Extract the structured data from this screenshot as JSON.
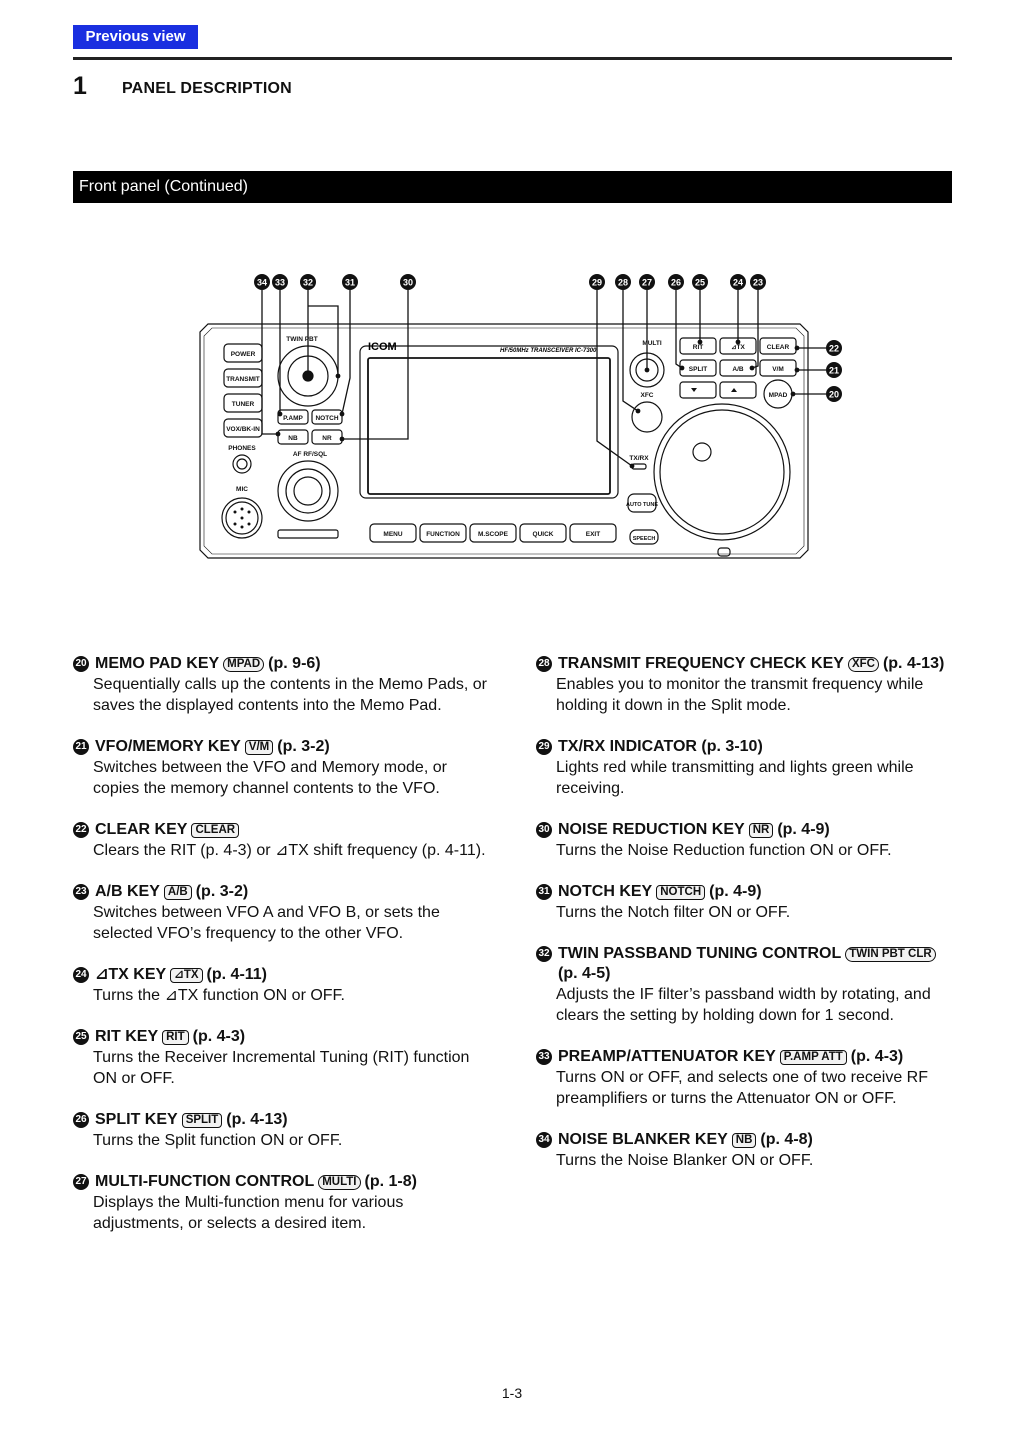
{
  "nav": {
    "previous_label": "Previous view"
  },
  "chapter": {
    "number": "1",
    "title": "PANEL DESCRIPTION"
  },
  "section": {
    "title": "Front panel (Continued)"
  },
  "diagram": {
    "callouts": [
      "34",
      "33",
      "32",
      "31",
      "30",
      "29",
      "28",
      "27",
      "26",
      "25",
      "24",
      "23",
      "22",
      "21",
      "20"
    ],
    "panel_labels": {
      "power": "POWER",
      "transmit": "TRANSMIT",
      "tuner": "TUNER",
      "vox": "VOX/BK-IN",
      "phones": "PHONES",
      "mic": "MIC",
      "twin": "TWIN PBT",
      "pamp": "P.AMP",
      "notch": "NOTCH",
      "nb": "NB",
      "nr": "NR",
      "afrf": "AF RF/SQL",
      "brand": "ICOM",
      "model": "HF/50MHz TRANSCEIVER IC-7300",
      "multi": "MULTI",
      "xfc": "XFC",
      "txrx": "TX/RX",
      "autotune": "AUTO TUNE",
      "speech": "SPEECH",
      "rit": "RIT",
      "dtx": "⊿TX",
      "clear": "CLEAR",
      "split": "SPLIT",
      "ab": "A/B",
      "vm": "V/M",
      "mpad": "MPAD",
      "menu": "MENU",
      "function": "FUNCTION",
      "mscope": "M.SCOPE",
      "quick": "QUICK",
      "exit": "EXIT"
    }
  },
  "left_items": [
    {
      "num": "20",
      "title": "MEMO PAD KEY",
      "key": "MPAD",
      "key_style": "rounded",
      "ref": "(p. 9-6)",
      "body": "Sequentially calls up the contents in the Memo Pads, or saves the displayed contents into the Memo Pad."
    },
    {
      "num": "21",
      "title": "VFO/MEMORY KEY",
      "key": "V/M",
      "key_style": "square",
      "ref": "(p. 3-2)",
      "body": "Switches between the VFO and Memory mode, or copies the memory channel contents to the VFO."
    },
    {
      "num": "22",
      "title": "CLEAR KEY",
      "key": "CLEAR",
      "key_style": "square",
      "ref": "",
      "body": "Clears the RIT (p. 4-3) or ⊿TX shift frequency (p. 4-11)."
    },
    {
      "num": "23",
      "title": "A/B KEY",
      "key": "A/B",
      "key_style": "square",
      "ref": "(p. 3-2)",
      "body": "Switches between VFO A and VFO B, or sets the selected VFO’s frequency to the other VFO."
    },
    {
      "num": "24",
      "title": "⊿TX KEY",
      "key": "⊿TX",
      "key_style": "square",
      "ref": "(p. 4-11)",
      "body": "Turns the ⊿TX function ON or OFF."
    },
    {
      "num": "25",
      "title": "RIT KEY",
      "key": "RIT",
      "key_style": "square",
      "ref": "(p. 4-3)",
      "body": "Turns the Receiver Incremental Tuning (RIT) function ON or OFF."
    },
    {
      "num": "26",
      "title": "SPLIT KEY",
      "key": "SPLIT",
      "key_style": "square",
      "ref": "(p. 4-13)",
      "body": "Turns the Split function ON or OFF."
    },
    {
      "num": "27",
      "title": "MULTI-FUNCTION CONTROL",
      "key": "MULTI",
      "key_style": "rounded",
      "ref": "(p. 1-8)",
      "body": "Displays the Multi-function menu for various adjustments, or selects a desired item."
    }
  ],
  "right_items": [
    {
      "num": "28",
      "title": "TRANSMIT FREQUENCY CHECK KEY",
      "key": "XFC",
      "key_style": "rounded",
      "ref": "(p. 4-13)",
      "body": "Enables you to monitor the transmit frequency while holding it down in the Split mode."
    },
    {
      "num": "29",
      "title": "TX/RX INDICATOR",
      "key": "",
      "key_style": "",
      "ref": "(p. 3-10)",
      "body": "Lights red while transmitting and lights green while receiving."
    },
    {
      "num": "30",
      "title": "NOISE REDUCTION KEY",
      "key": "NR",
      "key_style": "square",
      "ref": "(p. 4-9)",
      "body": "Turns the Noise Reduction function ON or OFF."
    },
    {
      "num": "31",
      "title": "NOTCH KEY",
      "key": "NOTCH",
      "key_style": "square",
      "ref": "(p. 4-9)",
      "body": "Turns the Notch filter ON or OFF."
    },
    {
      "num": "32",
      "title": "TWIN PASSBAND TUNING CONTROL",
      "key": "TWIN PBT CLR",
      "key_style": "rounded",
      "ref": "(p. 4-5)",
      "body": "Adjusts the IF filter’s passband width by rotating, and clears the setting by holding down for 1 second."
    },
    {
      "num": "33",
      "title": "PREAMP/ATTENUATOR KEY",
      "key": "P.AMP ATT",
      "key_style": "square",
      "ref": "(p. 4-3)",
      "body": "Turns ON or OFF, and selects one of two receive RF preamplifiers or turns the Attenuator ON or OFF."
    },
    {
      "num": "34",
      "title": "NOISE BLANKER KEY",
      "key": "NB",
      "key_style": "square",
      "ref": "(p. 4-8)",
      "body": "Turns the Noise Blanker ON or OFF."
    }
  ],
  "footer": {
    "page": "1-3"
  }
}
